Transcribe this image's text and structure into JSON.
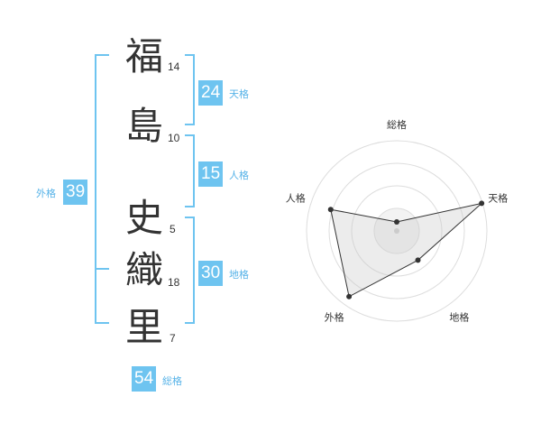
{
  "colors": {
    "accent": "#6ec4f0",
    "accent_text": "#57b3e8",
    "text": "#333333"
  },
  "name": {
    "characters": [
      {
        "char": "福",
        "strokes": "14"
      },
      {
        "char": "島",
        "strokes": "10"
      },
      {
        "char": "史",
        "strokes": "5"
      },
      {
        "char": "織",
        "strokes": "18"
      },
      {
        "char": "里",
        "strokes": "7"
      }
    ]
  },
  "kaku": {
    "tenkaku": {
      "label": "天格",
      "value": "24"
    },
    "jinkaku": {
      "label": "人格",
      "value": "15"
    },
    "chikaku": {
      "label": "地格",
      "value": "30"
    },
    "gaikaku": {
      "label": "外格",
      "value": "39"
    },
    "soukaku": {
      "label": "総格",
      "value": "54"
    }
  },
  "radar": {
    "axes": [
      "総格",
      "天格",
      "地格",
      "外格",
      "人格"
    ],
    "rings": 4,
    "values": [
      0.1,
      0.99,
      0.4,
      0.9,
      0.77
    ]
  }
}
